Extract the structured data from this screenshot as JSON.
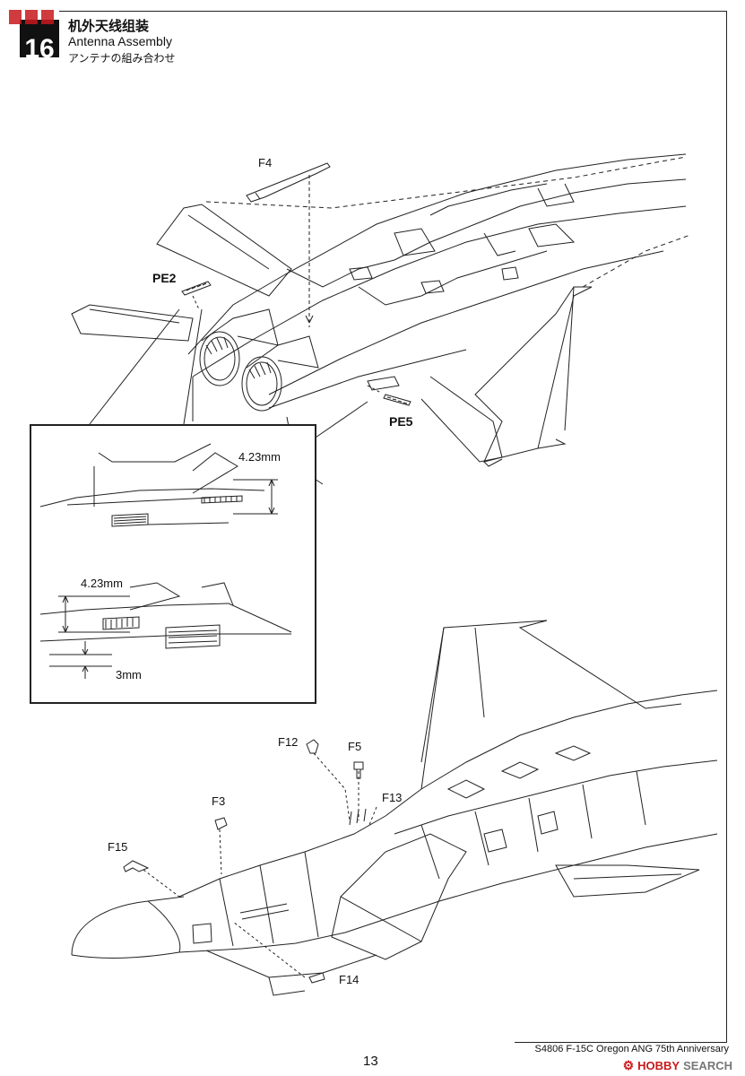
{
  "step": {
    "number": "16"
  },
  "header": {
    "title_zh": "机外天线组装",
    "title_en": "Antenna Assembly",
    "title_ja": "アンテナの組み合わせ"
  },
  "labels": {
    "f4": "F4",
    "pe2": "PE2",
    "pe5": "PE5",
    "f12": "F12",
    "f5": "F5",
    "f13": "F13",
    "f3": "F3",
    "f15": "F15",
    "f14": "F14"
  },
  "inset": {
    "dim_top": "4.23mm",
    "dim_bottom_a": "4.23mm",
    "dim_bottom_b": "3mm"
  },
  "footer": {
    "page_number": "13",
    "model_title": "S4806 F-15C Oregon ANG 75th Anniversary",
    "site_name_red": "HOBBY",
    "site_name_gray": "SEARCH"
  },
  "colors": {
    "ink": "#111111",
    "watermark_red": "#c7191c"
  }
}
